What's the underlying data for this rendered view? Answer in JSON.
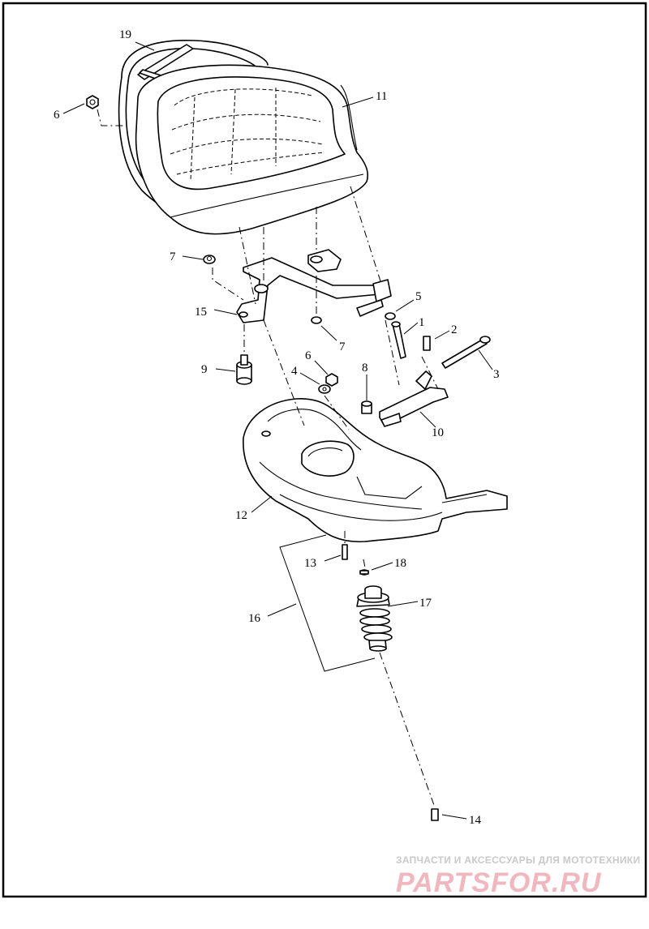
{
  "diagram": {
    "callouts": {
      "c1": "1",
      "c2": "2",
      "c3": "3",
      "c4": "4",
      "c5": "5",
      "c6a": "6",
      "c6b": "6",
      "c7a": "7",
      "c7b": "7",
      "c8": "8",
      "c9": "9",
      "c10": "10",
      "c11": "11",
      "c12": "12",
      "c13": "13",
      "c14": "14",
      "c15": "15",
      "c16": "16",
      "c17": "17",
      "c18": "18",
      "c19": "19"
    }
  },
  "watermark": {
    "tagline": "ЗАПЧАСТИ И АКСЕССУАРЫ ДЛЯ МОТОТЕХНИКИ",
    "brand": "PARTSFOR.RU",
    "brand_color": "#f1b7bf"
  }
}
